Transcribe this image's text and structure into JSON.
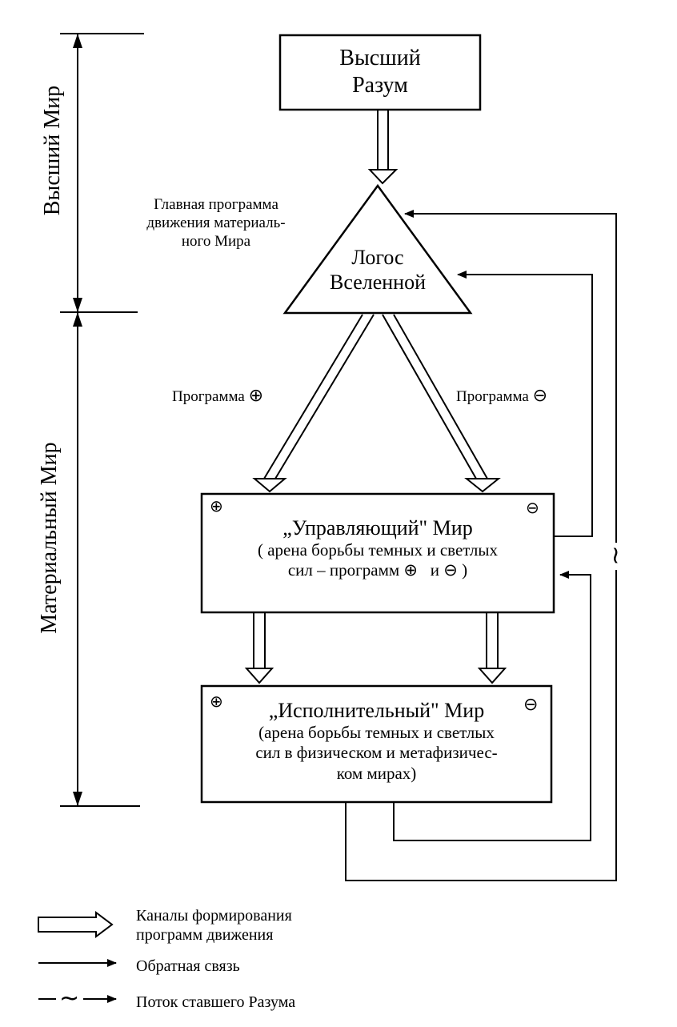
{
  "worlds": {
    "higher": "Высший Мир",
    "material": "Материальный Мир"
  },
  "higher_mind": {
    "line1": "Высший",
    "line2": "Разум"
  },
  "main_program": {
    "line1": "Главная программа",
    "line2": "движения материаль-",
    "line3": "ного Мира"
  },
  "logos": {
    "line1": "Логос",
    "line2": "Вселенной"
  },
  "program_plus": "Программа",
  "program_minus": "Программа",
  "control_world": {
    "title": "„Управляющий\" Мир",
    "line1": "( арена борьбы темных и светлых",
    "line2a": "сил – программ",
    "line2b": "и",
    "line2c": ")"
  },
  "exec_world": {
    "title": "„Исполнительный\" Мир",
    "line1": "(арена борьбы темных и светлых",
    "line2": "сил в физическом и метафизичес-",
    "line3": "ком мирах)"
  },
  "signs": {
    "plus": "⊕",
    "minus": "⊖",
    "wave": "~"
  },
  "legend": {
    "channels_line1": "Каналы формирования",
    "channels_line2": "программ движения",
    "feedback": "Обратная связь",
    "flow": "Поток ставшего Разума"
  }
}
